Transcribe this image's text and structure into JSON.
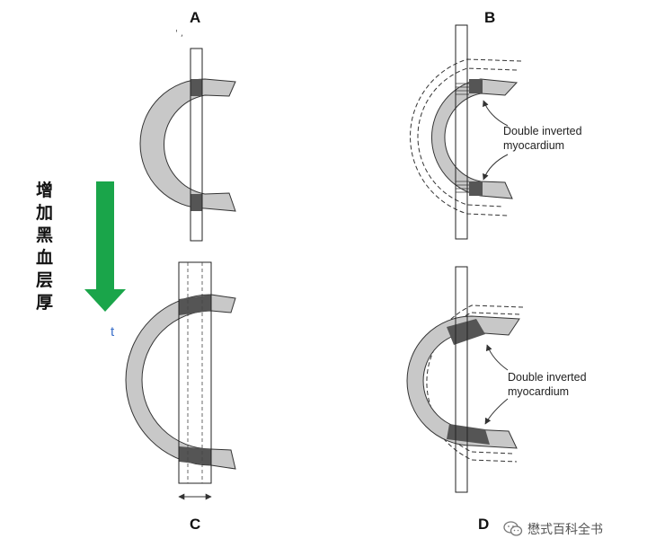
{
  "panels": {
    "a": {
      "label": "A"
    },
    "b": {
      "label": "B",
      "annotation_line1": "Double inverted",
      "annotation_line2": "myocardium"
    },
    "c": {
      "label": "C"
    },
    "d": {
      "label": "D",
      "annotation_line1": "Double inverted",
      "annotation_line2": "myocardium"
    }
  },
  "side_label": "增加黑血层厚",
  "stray_mark": "t",
  "watermark": {
    "text": "懋式百科全书",
    "icon": "wechat-icon"
  },
  "colors": {
    "myocardium": "#c8c8c8",
    "inverted_band": "#555555",
    "arrow_green": "#1aa54a",
    "outline": "#333333"
  }
}
